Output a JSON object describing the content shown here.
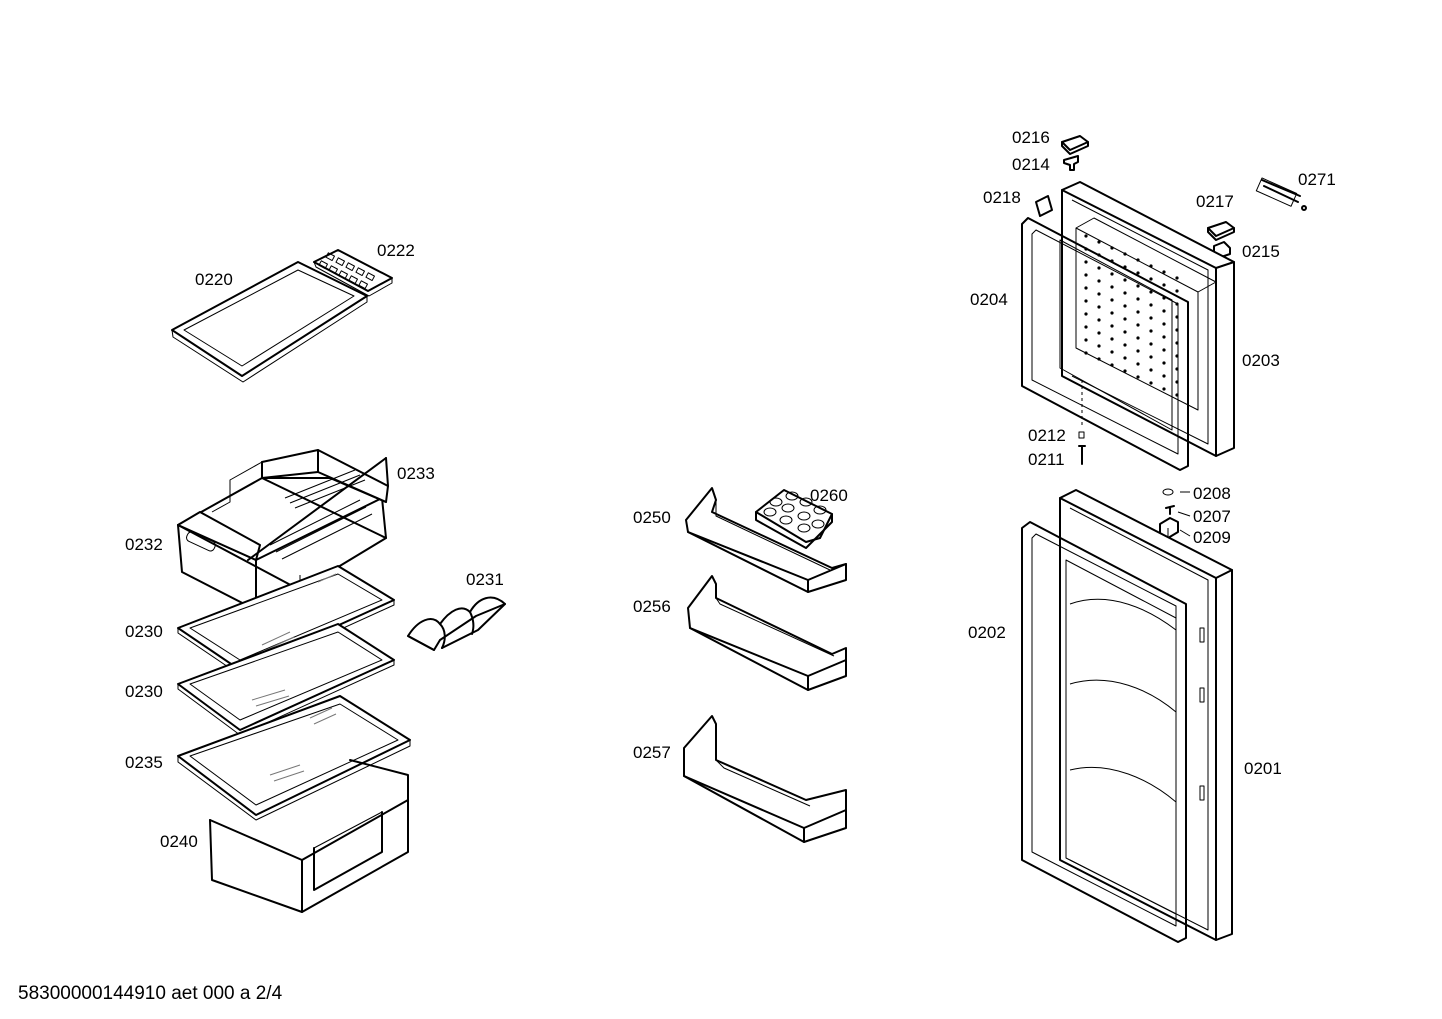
{
  "document": {
    "reference": "58300000144910 aet 000 a 2/4"
  },
  "parts": {
    "p0220": "0220",
    "p0222": "0222",
    "p0233": "0233",
    "p0232": "0232",
    "p0231": "0231",
    "p0230a": "0230",
    "p0230b": "0230",
    "p0235": "0235",
    "p0240": "0240",
    "p0250": "0250",
    "p0260": "0260",
    "p0256": "0256",
    "p0257": "0257",
    "p0216": "0216",
    "p0214": "0214",
    "p0218": "0218",
    "p0271": "0271",
    "p0217": "0217",
    "p0215": "0215",
    "p0204": "0204",
    "p0203": "0203",
    "p0212": "0212",
    "p0211": "0211",
    "p0208": "0208",
    "p0207": "0207",
    "p0209": "0209",
    "p0202": "0202",
    "p0201": "0201"
  }
}
